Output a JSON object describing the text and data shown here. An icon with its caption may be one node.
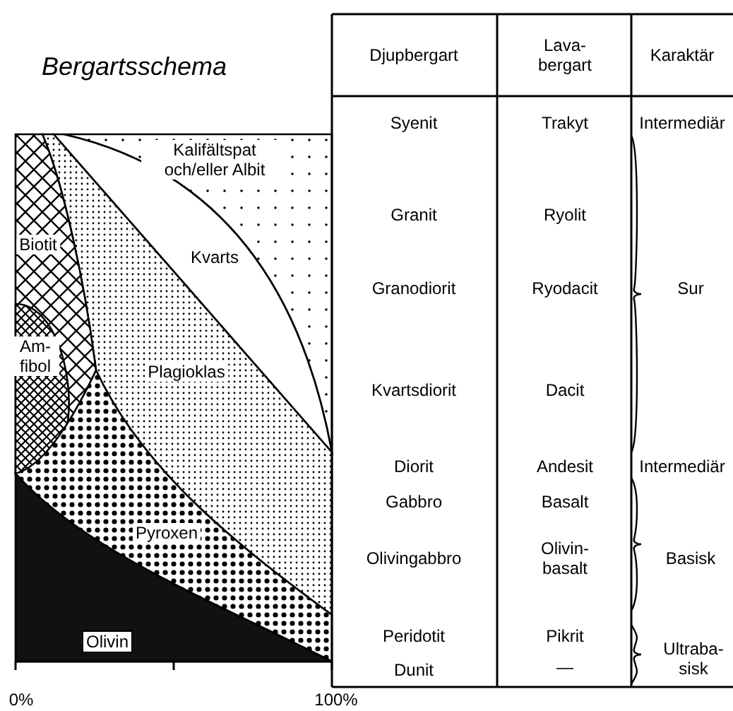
{
  "diagram": {
    "title": "Bergartsschema",
    "nodes": [
      {
        "text": [
          "Kalifältspat och/eller Albit"
        ]
      },
      {
        "text": [
          "Kvarts"
        ]
      },
      {
        "text": [
          "Biotit"
        ]
      },
      {
        "text": [
          "Am- fibol"
        ]
      },
      {
        "text": [
          "Plagioklas"
        ]
      },
      {
        "text": [
          "Pyroxen"
        ]
      },
      {
        "text": [
          "Olivin"
        ]
      }
    ],
    "edges": [],
    "labels": [
      "Djupbergart",
      "Lava- bergart",
      "Karaktär",
      "Syenit",
      "Trakyt",
      "Intermediär",
      "Granit",
      "Ryolit",
      "Granodiorit",
      "Ryodacit",
      "Sur",
      "Kvartsdiorit",
      "Dacit",
      "Diorit",
      "Andesit",
      "Intermediär",
      "Gabbro",
      "Basalt",
      "Olivingabbro",
      "Olivin- basalt",
      "Basisk",
      "Peridotit",
      "Pikrit",
      "Ultraba- sisk",
      "Dunit",
      "—",
      "0%",
      "100%"
    ]
  }
}
